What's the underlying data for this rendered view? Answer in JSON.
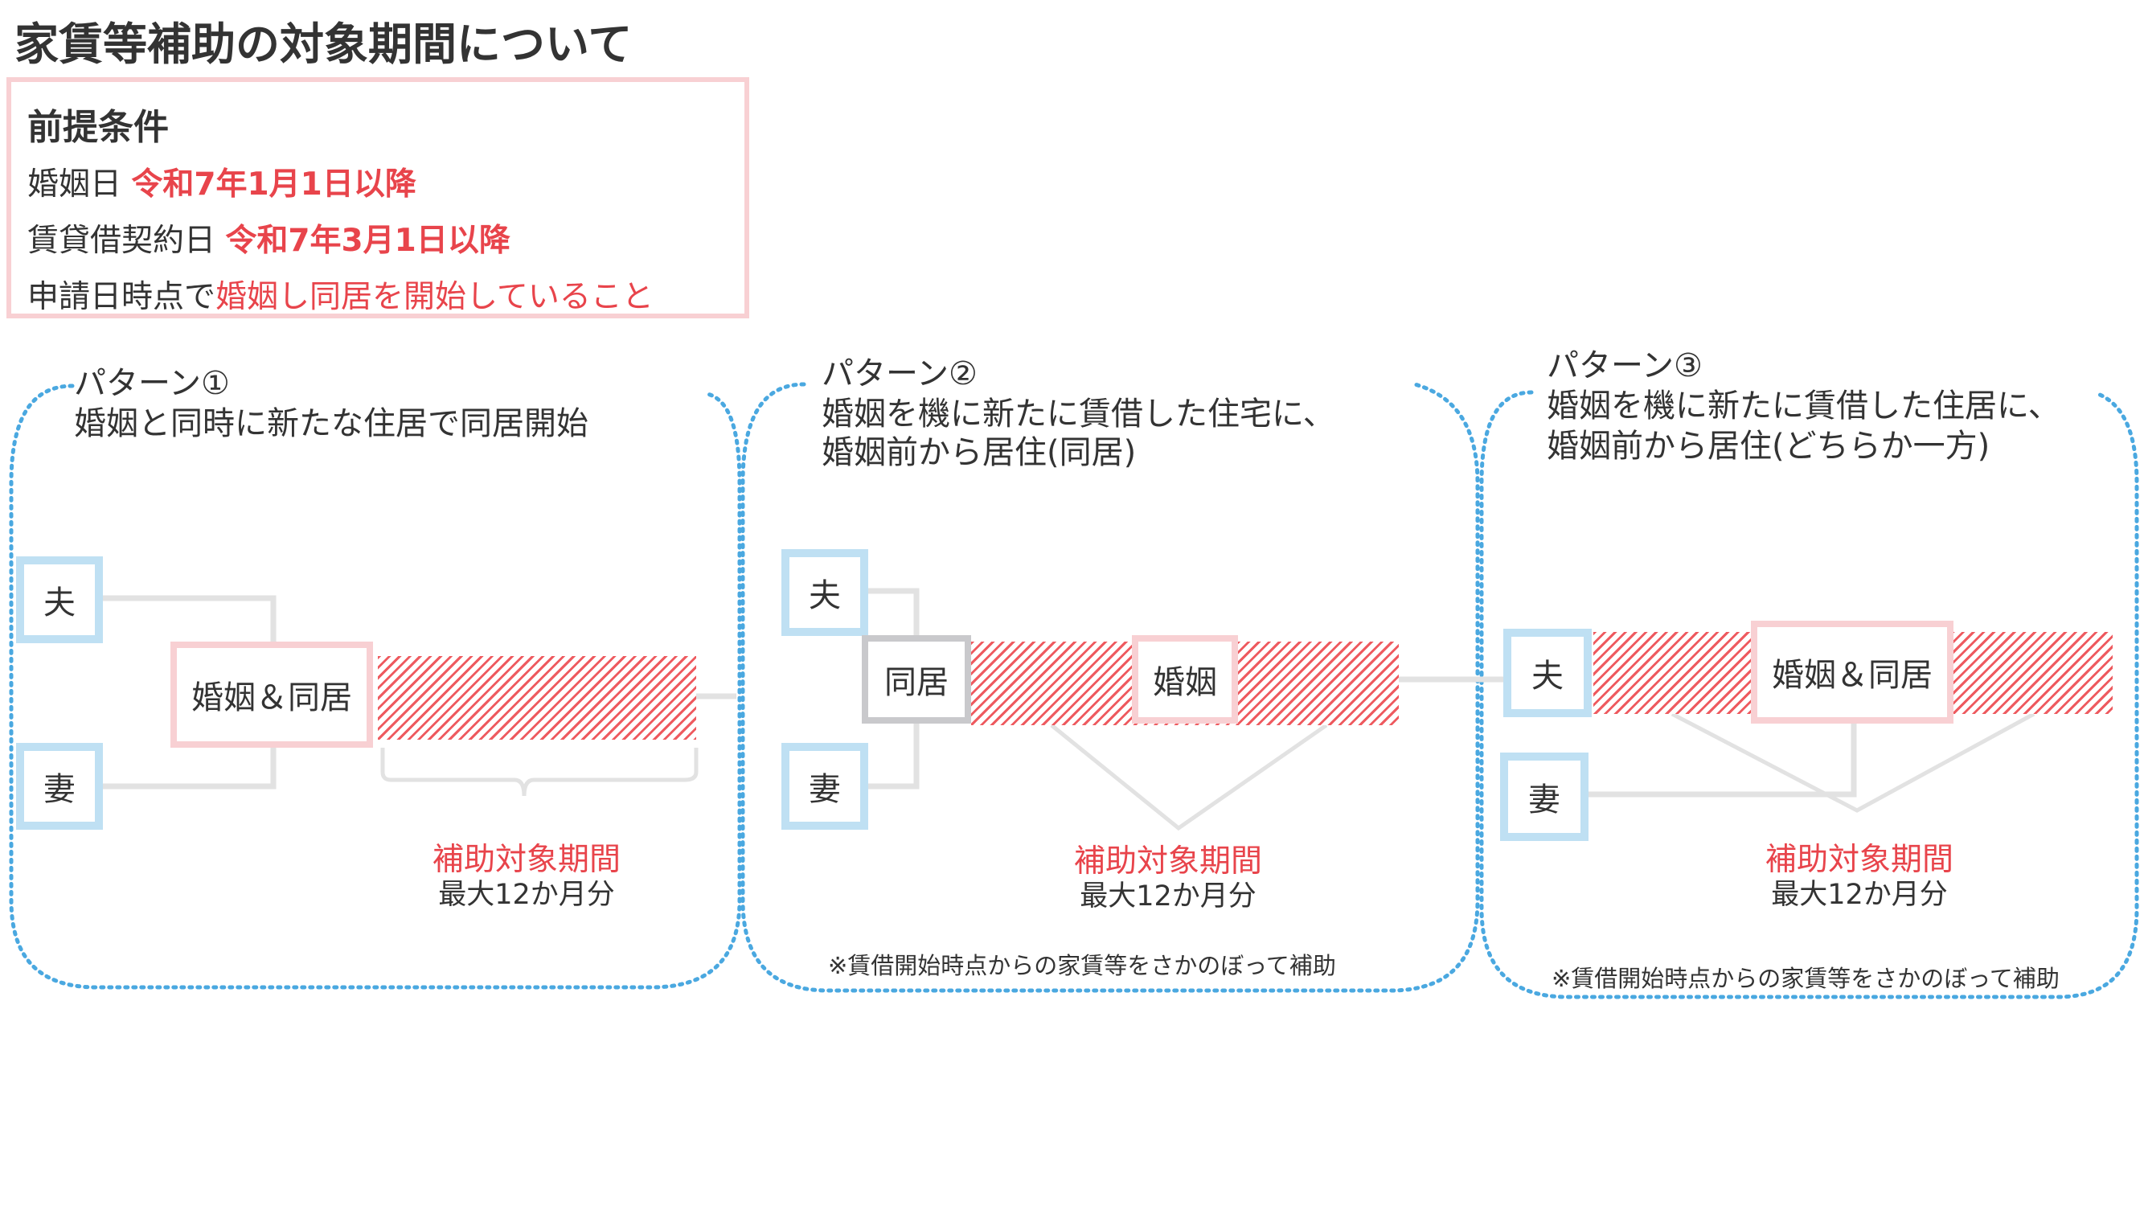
{
  "title": "家賃等補助の対象期間について",
  "conditions": {
    "heading": "前提条件",
    "rows": [
      {
        "label": "婚姻日 ",
        "value": "令和7年1月1日以降"
      },
      {
        "label": "賃貸借契約日 ",
        "value": "令和7年3月1日以降"
      },
      {
        "label": "申請日時点で",
        "value": "婚姻し同居を開始していること"
      }
    ]
  },
  "person": {
    "husband": "夫",
    "wife": "妻"
  },
  "patterns": [
    {
      "name": "パターン①",
      "desc1": "婚姻と同時に新たな住居で同居開始",
      "desc2": "",
      "event": "婚姻＆同居",
      "period_label": "補助対象期間",
      "period_max": "最大12か月分",
      "note": ""
    },
    {
      "name": "パターン②",
      "desc1": "婚姻を機に新たに賃借した住宅に、",
      "desc2": "婚姻前から居住(同居)",
      "cohab": "同居",
      "event": "婚姻",
      "period_label": "補助対象期間",
      "period_max": "最大12か月分",
      "note": "※賃借開始時点からの家賃等をさかのぼって補助"
    },
    {
      "name": "パターン③",
      "desc1": "婚姻を機に新たに賃借した住居に、",
      "desc2": "婚姻前から居住(どちらか一方)",
      "event": "婚姻＆同居",
      "period_label": "補助対象期間",
      "period_max": "最大12か月分",
      "note": "※賃借開始時点からの家賃等をさかのぼって補助"
    }
  ],
  "colors": {
    "accent_red": "#e8444b",
    "person_border": "#bfe0f3",
    "event_border": "#f8d0d3",
    "cohab_border": "#c9c9cc",
    "dotted_frame": "#4aa8e0",
    "connector": "#e2e2e2"
  }
}
